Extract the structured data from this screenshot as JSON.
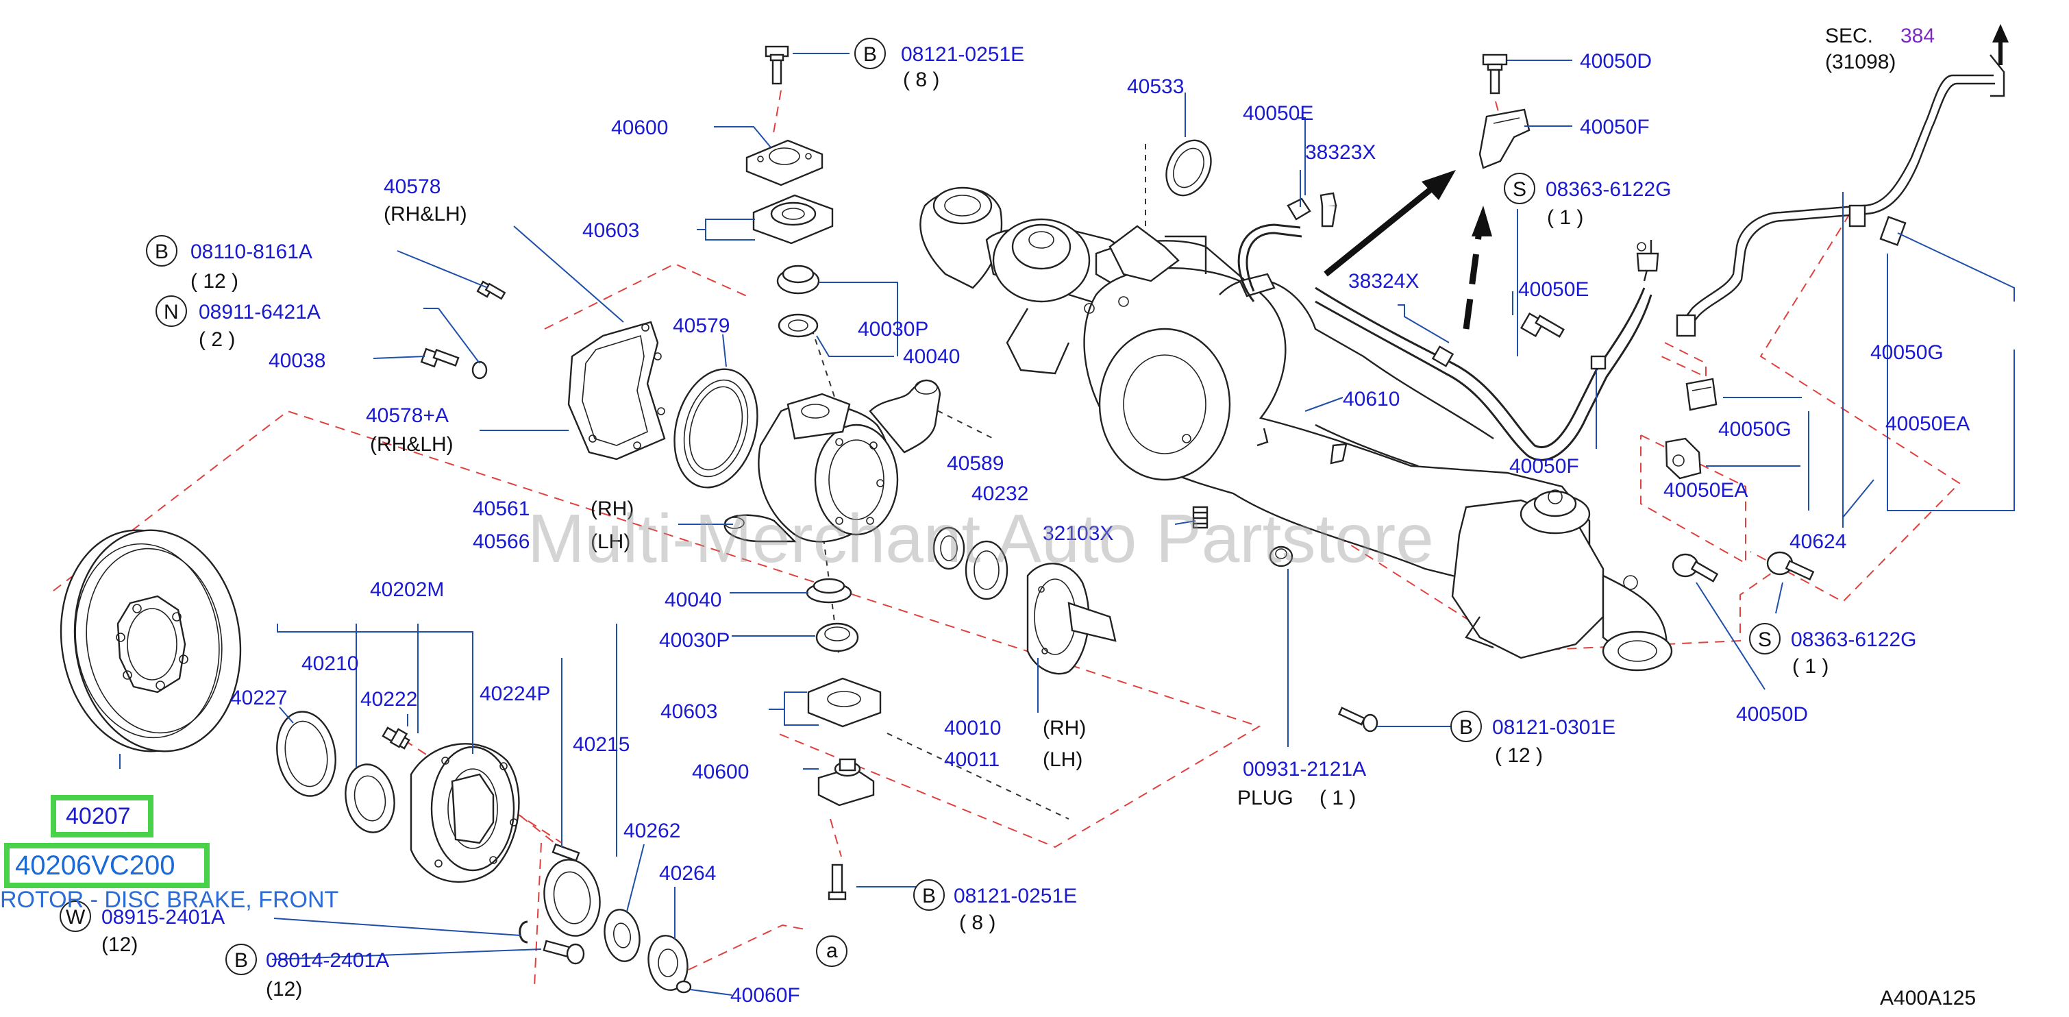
{
  "diagram": {
    "watermark": "Multi-Merchant Auto Partstore",
    "figure_code": "A400A125",
    "sec_label": "SEC.",
    "sec_number": "384",
    "sec_sub": "(31098)",
    "highlight": {
      "part_number": "40207",
      "oem_number": "40206VC200",
      "description": "ROTOR - DISC BRAKE, FRONT"
    },
    "callouts": {
      "b_08121_0251E_top": {
        "letter": "B",
        "number": "08121-0251E",
        "qty": "( 8 )"
      },
      "b_08110": {
        "letter": "B",
        "number": "08110-8161A",
        "qty": "( 12 )"
      },
      "n_08911": {
        "letter": "N",
        "number": "08911-6421A",
        "qty": "( 2 )"
      },
      "w_08915": {
        "letter": "W",
        "number": "08915-2401A",
        "qty": "(12)"
      },
      "b_08014": {
        "letter": "B",
        "number": "08014-2401A",
        "qty": "(12)"
      },
      "b_08121_0251E_bot": {
        "letter": "B",
        "number": "08121-0251E",
        "qty": "( 8 )"
      },
      "b_08121_0301E": {
        "letter": "B",
        "number": "08121-0301E",
        "qty": "( 12 )"
      },
      "s_08363_top": {
        "letter": "S",
        "number": "08363-6122G",
        "qty": "( 1 )"
      },
      "s_08363_bot": {
        "letter": "S",
        "number": "08363-6122G",
        "qty": "( 1 )"
      },
      "a_circle": {
        "letter": "a"
      }
    },
    "labels": {
      "p40600_top": "40600",
      "p40603_top": "40603",
      "p40578": "40578",
      "rhlh_40578": "(RH&LH)",
      "p40038": "40038",
      "p40578a": "40578+A",
      "rhlh_40578a": "(RH&LH)",
      "p40579": "40579",
      "p40030p_top": "40030P",
      "p40040_top": "40040",
      "p40533": "40533",
      "p40050e_top": "40050E",
      "p38323x": "38323X",
      "p40050d_top": "40050D",
      "p40050f_top": "40050F",
      "p38324x": "38324X",
      "p40050e_mid": "40050E",
      "p40610": "40610",
      "p40050f_mid": "40050F",
      "p40050g_right": "40050G",
      "p40050g_mid": "40050G",
      "p40050ea_right": "40050EA",
      "p40050ea_mid": "40050EA",
      "p40624": "40624",
      "p40050d_bot": "40050D",
      "p40561": "40561",
      "rh_40561": "(RH)",
      "p40566": "40566",
      "lh_40566": "(LH)",
      "p40589": "40589",
      "p40232": "40232",
      "p32103x": "32103X",
      "p40040_bot": "40040",
      "p40030p_bot": "40030P",
      "p40202m": "40202M",
      "p40210": "40210",
      "p40227": "40227",
      "p40222": "40222",
      "p40224p": "40224P",
      "p40215": "40215",
      "p40603_bot": "40603",
      "p40010": "40010",
      "rh_40010": "(RH)",
      "p40011": "40011",
      "lh_40011": "(LH)",
      "p40600_bot": "40600",
      "p40262": "40262",
      "p40264": "40264",
      "p40060f": "40060F",
      "p00931": "00931-2121A",
      "plug": "PLUG",
      "plug_qty": "( 1 )"
    }
  }
}
